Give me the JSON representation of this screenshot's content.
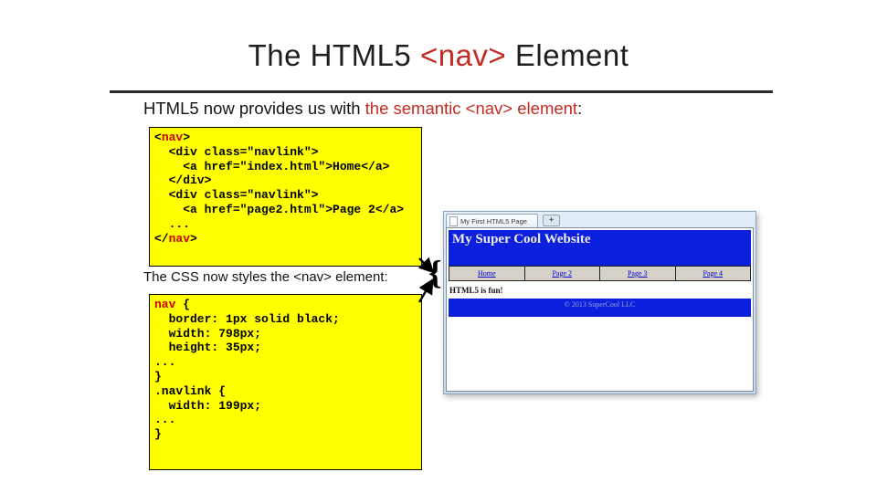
{
  "title": {
    "pre": "The HTML5 ",
    "tag": "<nav>",
    "post": " Element"
  },
  "intro": {
    "pre": "HTML5 now provides us with ",
    "highlight": "the semantic <nav> element",
    "post": ":"
  },
  "css_intro": {
    "text": "The CSS now styles the <nav> element:"
  },
  "annotation": {
    "brace": "{"
  },
  "code_html": {
    "lines": [
      [
        [
          "p",
          "<"
        ],
        [
          "r",
          "nav"
        ],
        [
          "p",
          ">"
        ]
      ],
      [
        [
          "p",
          "  <div class=\"navlink\">"
        ]
      ],
      [
        [
          "p",
          "    <a href=\"index.html\">Home</a>"
        ]
      ],
      [
        [
          "p",
          "  </div>"
        ]
      ],
      [
        [
          "p",
          "  <div class=\"navlink\">"
        ]
      ],
      [
        [
          "p",
          "    <a href=\"page2.html\">Page 2</a>"
        ]
      ],
      [
        [
          "p",
          "  ..."
        ]
      ],
      [
        [
          "p",
          "</"
        ],
        [
          "r",
          "nav"
        ],
        [
          "p",
          ">"
        ]
      ]
    ]
  },
  "code_css": {
    "lines": [
      [
        [
          "r",
          "nav"
        ],
        [
          "p",
          " {"
        ]
      ],
      [
        [
          "p",
          "  border: 1px solid black;"
        ]
      ],
      [
        [
          "p",
          "  width: 798px;"
        ]
      ],
      [
        [
          "p",
          "  height: 35px;"
        ]
      ],
      [
        [
          "p",
          "..."
        ]
      ],
      [
        [
          "p",
          "}"
        ]
      ],
      [
        [
          "p",
          ".navlink {"
        ]
      ],
      [
        [
          "p",
          "  width: 199px;"
        ]
      ],
      [
        [
          "p",
          "..."
        ]
      ],
      [
        [
          "p",
          "}"
        ]
      ]
    ]
  },
  "browser": {
    "tab": {
      "title": "My First HTML5 Page",
      "new_tab_label": "+"
    },
    "page": {
      "header_title": "My Super Cool Website",
      "nav_links": [
        "Home",
        "Page 2",
        "Page 3",
        "Page 4"
      ],
      "body_text": "HTML5 is fun!",
      "footer_text": "© 2013 SuperCool LLC"
    }
  },
  "colors": {
    "accent_red": "#c42b24",
    "code_red": "#cc0000",
    "code_bg": "#ffff00",
    "site_blue": "#0b1fdd",
    "link_blue": "#0000cc"
  }
}
